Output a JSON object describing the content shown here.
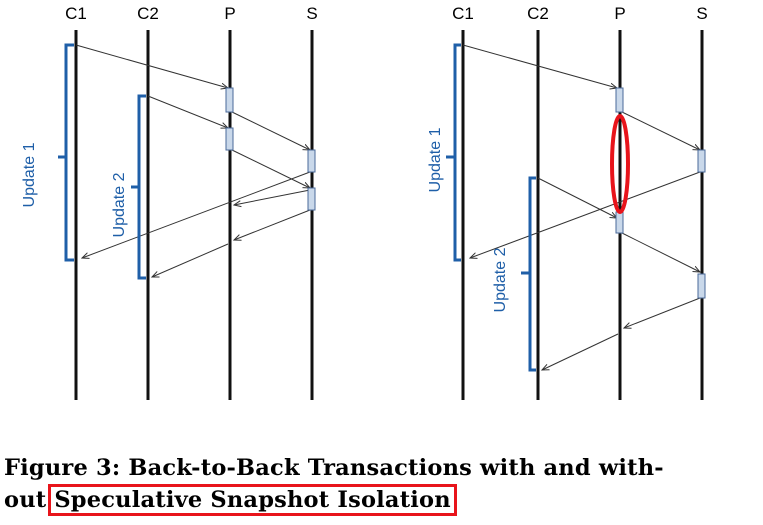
{
  "diagram": {
    "left": {
      "lanes": [
        "C1",
        "C2",
        "P",
        "S"
      ],
      "updates": [
        "Update 1",
        "Update 2"
      ]
    },
    "right": {
      "lanes": [
        "C1",
        "C2",
        "P",
        "S"
      ],
      "updates": [
        "Update 1",
        "Update 2"
      ]
    }
  },
  "caption": {
    "line1": "Figure 3: Back-to-Back Transactions with and with-",
    "line2_prefix": "out",
    "line2_highlight": "Speculative Snapshot Isolation"
  },
  "colors": {
    "bracket": "#1f5fa8",
    "highlight": "#e8141b",
    "box_fill": "#c9d8ea",
    "box_stroke": "#4a6a9a"
  }
}
